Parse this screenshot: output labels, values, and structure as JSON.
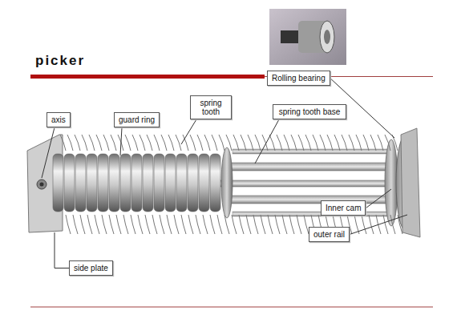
{
  "diagram": {
    "title": "picker",
    "nodes": [
      {
        "text": [
          "Rolling bearing"
        ]
      },
      {
        "text": [
          "axis"
        ]
      },
      {
        "text": [
          "guard ring"
        ]
      },
      {
        "text": [
          "spring tooth"
        ]
      },
      {
        "text": [
          "spring tooth base"
        ]
      },
      {
        "text": [
          "Inner cam"
        ]
      },
      {
        "text": [
          "outer rail"
        ]
      },
      {
        "text": [
          "side plate"
        ]
      }
    ],
    "edges": []
  }
}
